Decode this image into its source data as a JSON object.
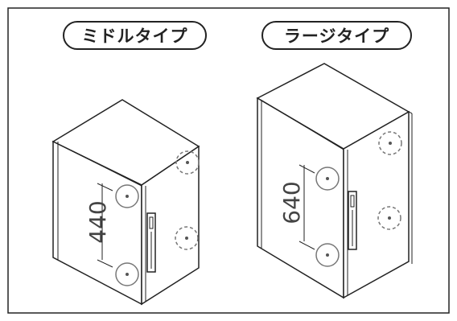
{
  "types": [
    {
      "name": "ミドルタイプ",
      "dimension": "440"
    },
    {
      "name": "ラージタイプ",
      "dimension": "640"
    }
  ],
  "colors": {
    "line": "#222222",
    "mark": "#777777",
    "bg": "#ffffff"
  }
}
